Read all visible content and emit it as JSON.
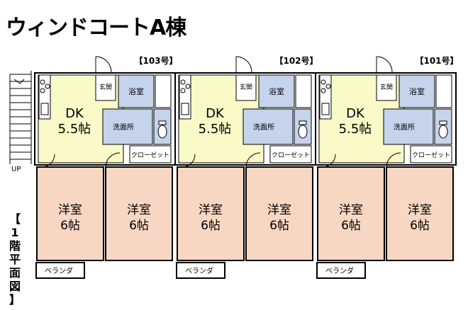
{
  "title": "ウィンドコートA棟",
  "floor_label": "【1階平面図】",
  "floor_label_chars": [
    "【",
    "1",
    "階",
    "平",
    "面",
    "図",
    "】"
  ],
  "stair_label": "UP",
  "units": [
    {
      "number": "【103号",
      "dk_name": "DK",
      "dk_size": "5.5帖"
    },
    {
      "number": "【102号",
      "dk_name": "DK",
      "dk_size": "5.5帖"
    },
    {
      "number": "【101号",
      "dk_name": "DK",
      "dk_size": "5.5帖"
    }
  ],
  "room_labels": {
    "entrance": "玄関",
    "bath": "浴室",
    "washroom": "洗面所",
    "closet": "クローゼット",
    "western_name": "洋室",
    "western_size": "6帖",
    "balcony": "ベランダ"
  },
  "colors": {
    "dk": "#fafac8",
    "western": "#f7d7c2",
    "wet": "#c5d3ec",
    "wall": "#000000",
    "background": "#ffffff"
  }
}
